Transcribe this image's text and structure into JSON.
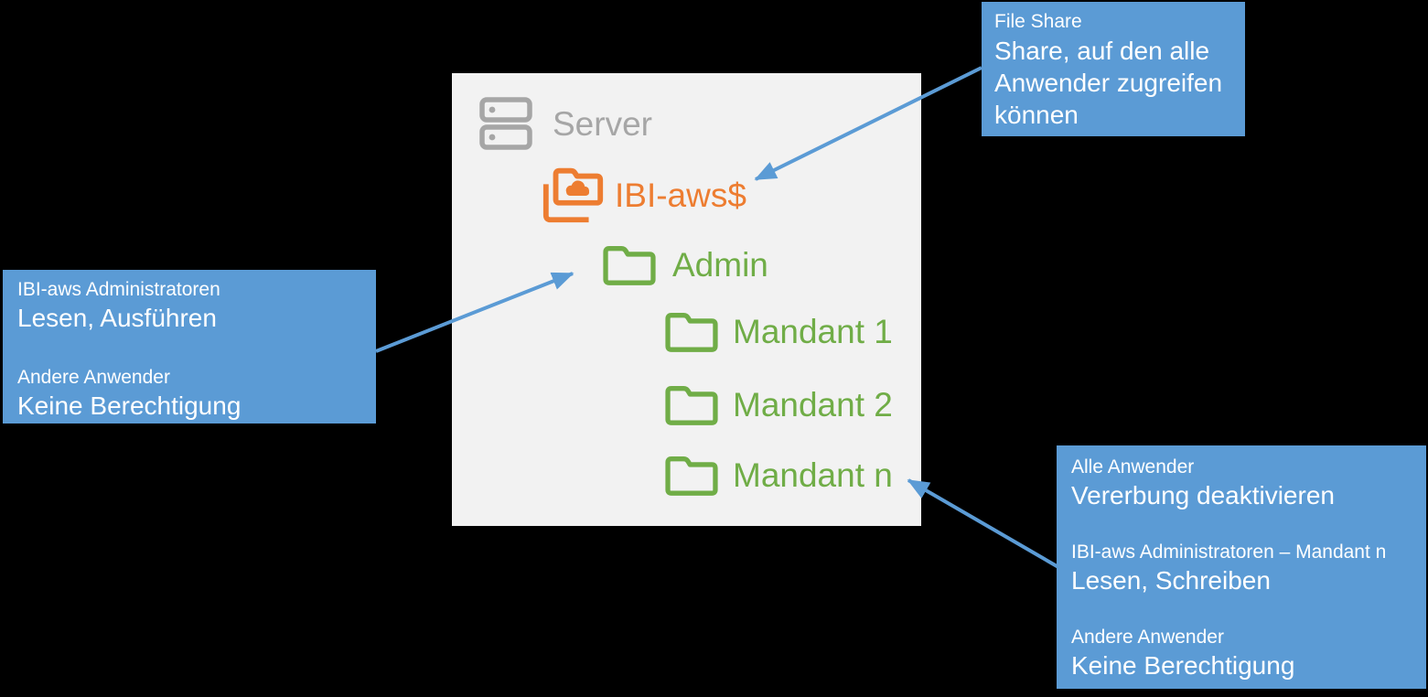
{
  "colors": {
    "background": "#000000",
    "panel": "#F2F2F2",
    "callout_blue": "#5B9BD5",
    "arrow_blue": "#5B9BD5",
    "folder_orange": "#ED7D31",
    "folder_green": "#70AD47",
    "server_gray": "#A6A6A6",
    "text_white": "#FFFFFF"
  },
  "tree": {
    "server_label": "Server",
    "items": [
      {
        "label": "IBI-aws$",
        "icon": "shared-folder-cloud-icon",
        "color": "#ED7D31"
      },
      {
        "label": "Admin",
        "icon": "folder-icon",
        "color": "#70AD47"
      },
      {
        "label": "Mandant 1",
        "icon": "folder-icon",
        "color": "#70AD47"
      },
      {
        "label": "Mandant 2",
        "icon": "folder-icon",
        "color": "#70AD47"
      },
      {
        "label": "Mandant n",
        "icon": "folder-icon",
        "color": "#70AD47"
      }
    ]
  },
  "callouts": {
    "file_share": {
      "heading": "File Share",
      "body": "Share, auf den alle Anwender zugreifen können"
    },
    "admin": {
      "groups": [
        {
          "heading": "IBI-aws Administratoren",
          "body": "Lesen, Ausführen"
        },
        {
          "heading": "Andere Anwender",
          "body": "Keine Berechtigung"
        }
      ]
    },
    "mandant": {
      "groups": [
        {
          "heading": "Alle Anwender",
          "body": "Vererbung deaktivieren"
        },
        {
          "heading": "IBI-aws Administratoren – Mandant n",
          "body": "Lesen, Schreiben"
        },
        {
          "heading": "Andere Anwender",
          "body": "Keine Berechtigung"
        }
      ]
    }
  }
}
